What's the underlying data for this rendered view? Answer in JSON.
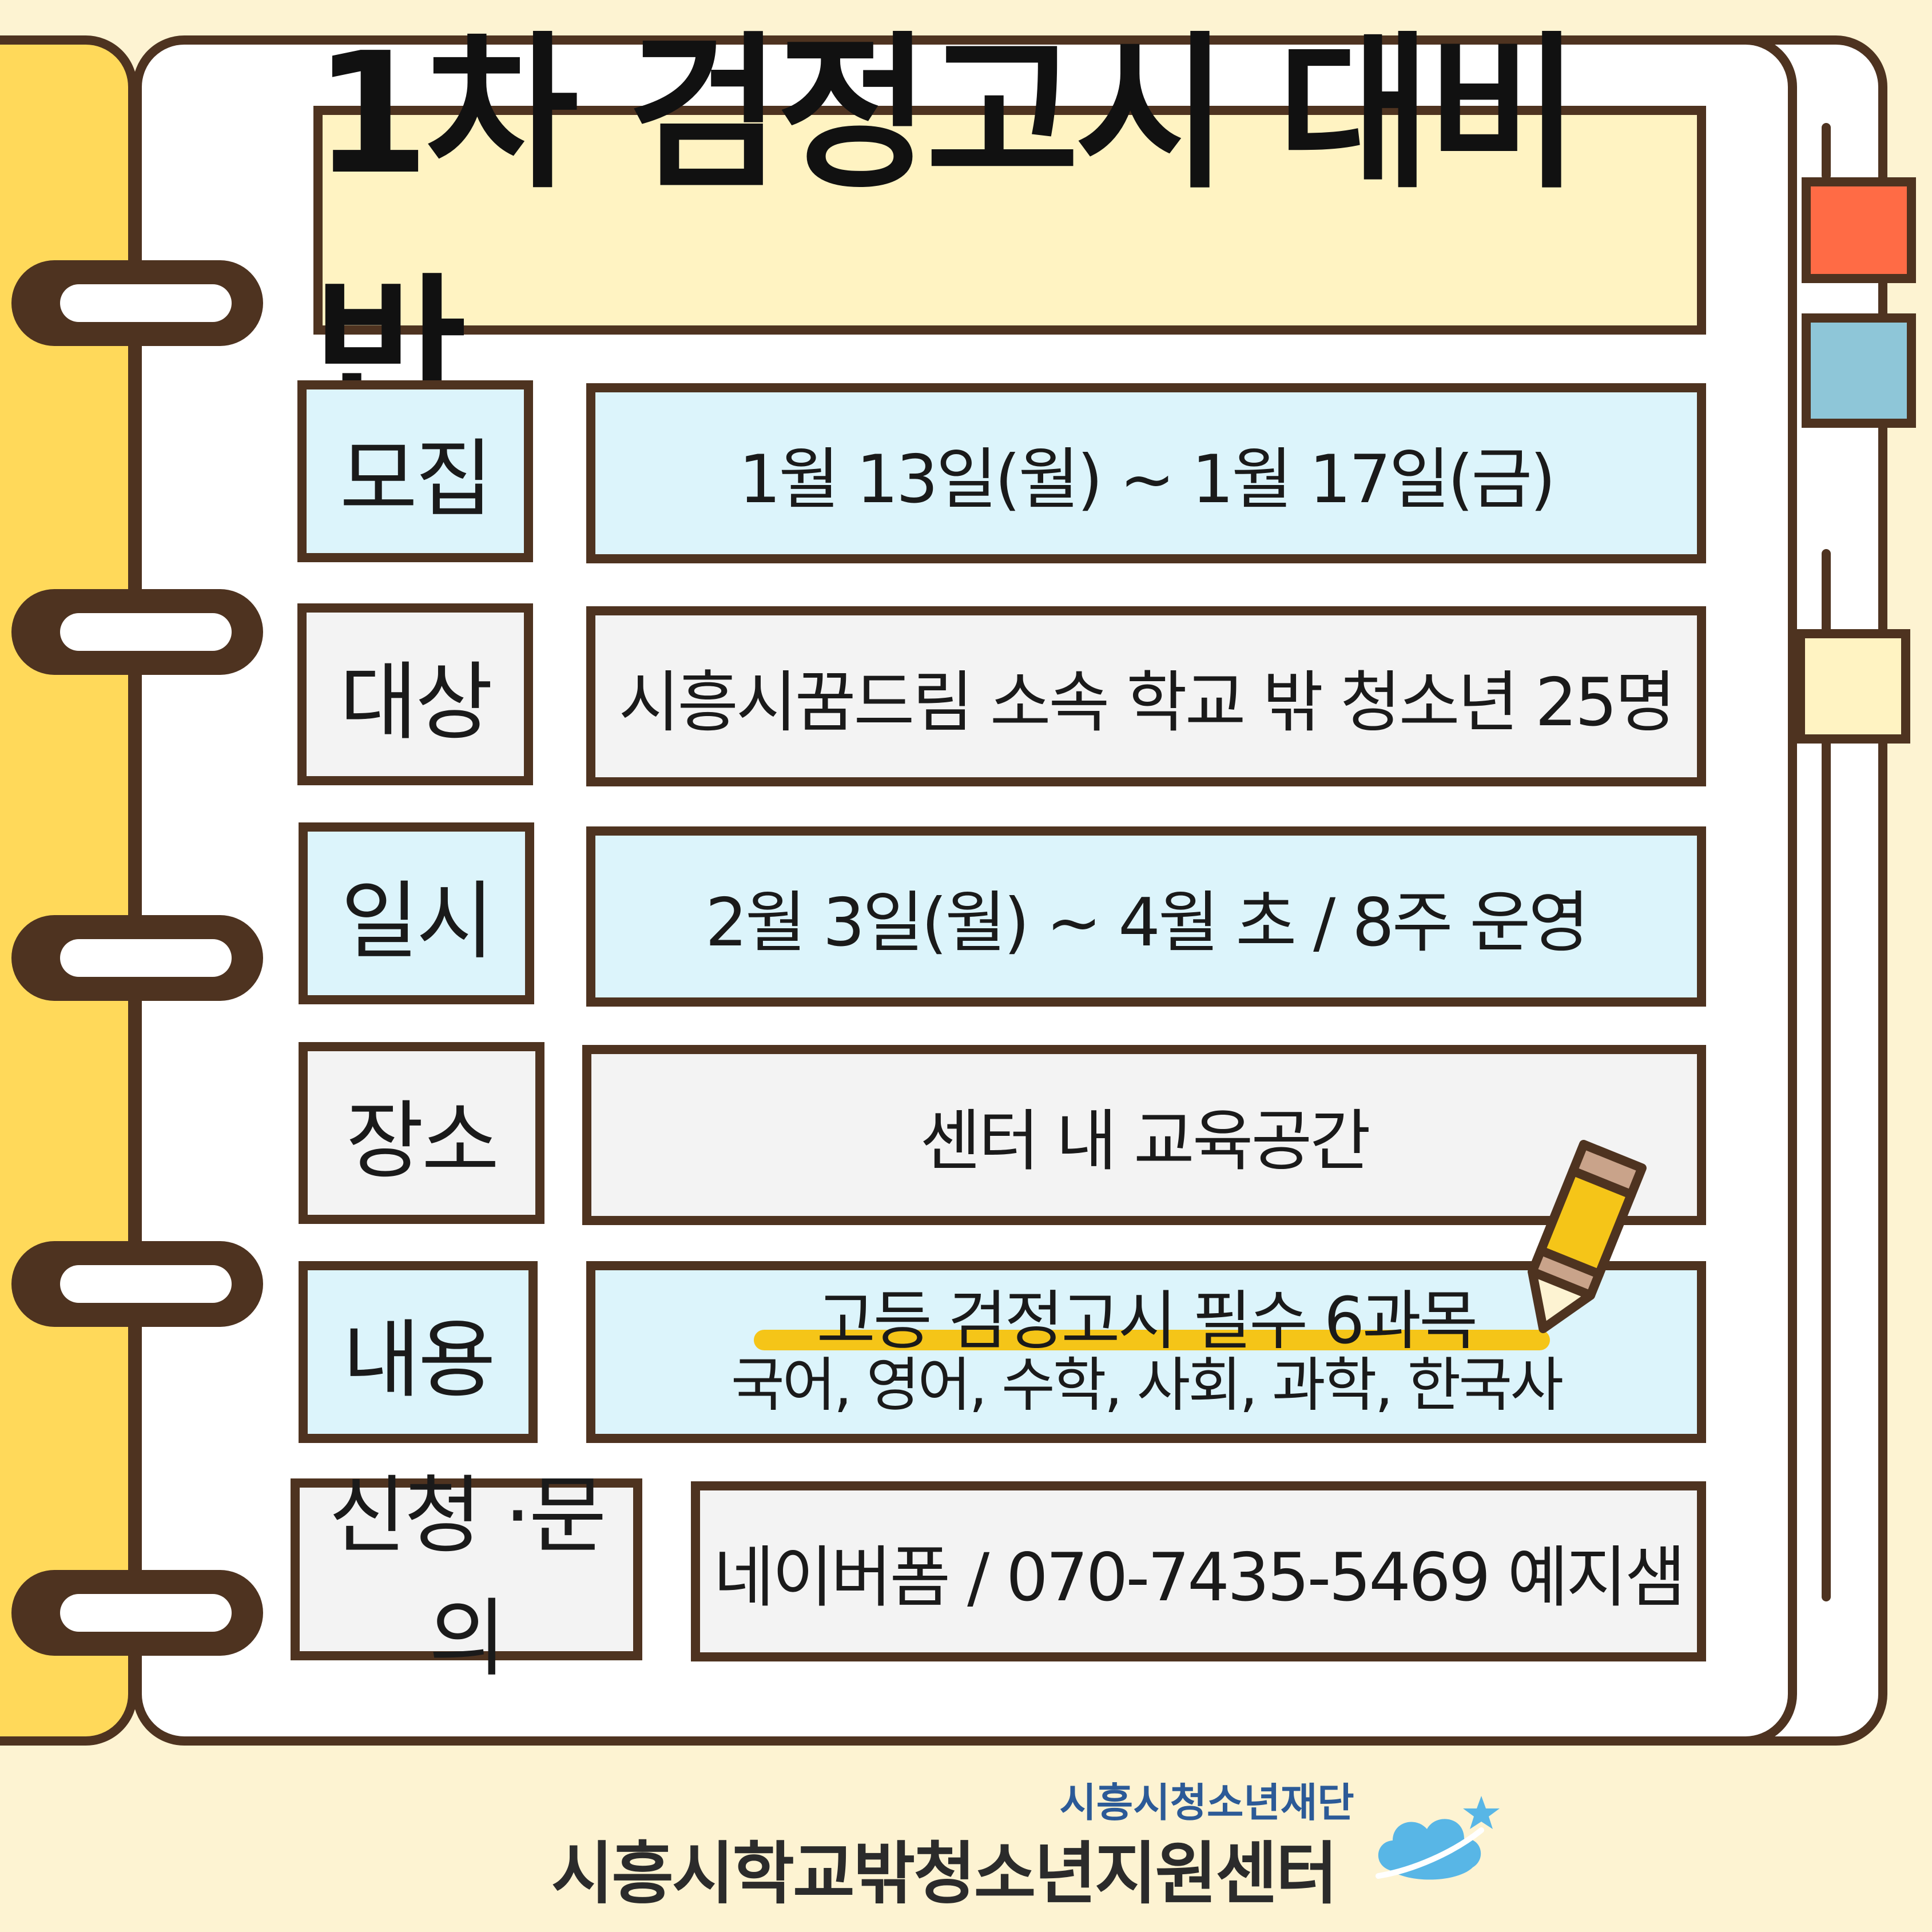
{
  "title": "1차 검정고시 대비반",
  "rows": [
    {
      "label": "모집",
      "value": "1월 13일(월) ~ 1월 17일(금)"
    },
    {
      "label": "대상",
      "value": "시흥시꿈드림 소속 학교 밖 청소년 25명"
    },
    {
      "label": "일시",
      "value": "2월 3일(월) ~ 4월 초 / 8주 운영"
    },
    {
      "label": "장소",
      "value": "센터 내 교육공간"
    },
    {
      "label": "내용",
      "value_line1": "고등 검정고시 필수 6과목",
      "value_line2": "국어, 영어, 수학, 사회, 과학, 한국사"
    },
    {
      "label": "신청 ·문의",
      "value": "네이버폼 / 070-7435-5469 예지샘"
    }
  ],
  "footer": {
    "org": "시흥시청소년재단",
    "center": "시흥시학교밖청소년지원센터"
  },
  "colors": {
    "background": "#fdf3d2",
    "outline": "#4e3320",
    "binder": "#ffd95a",
    "title_fill": "#fff3c2",
    "blue_fill": "#dcf4fb",
    "gray_fill": "#f3f3f3",
    "tab_red": "#ff6b45",
    "tab_blue": "#8ec6d8",
    "tab_yellow": "#fff3c2",
    "pencil": "#f5c518",
    "highlight": "#f5c518",
    "logo_blue": "#58b6e6"
  },
  "icons": [
    "pencil-icon",
    "cloud-star-logo-icon"
  ]
}
